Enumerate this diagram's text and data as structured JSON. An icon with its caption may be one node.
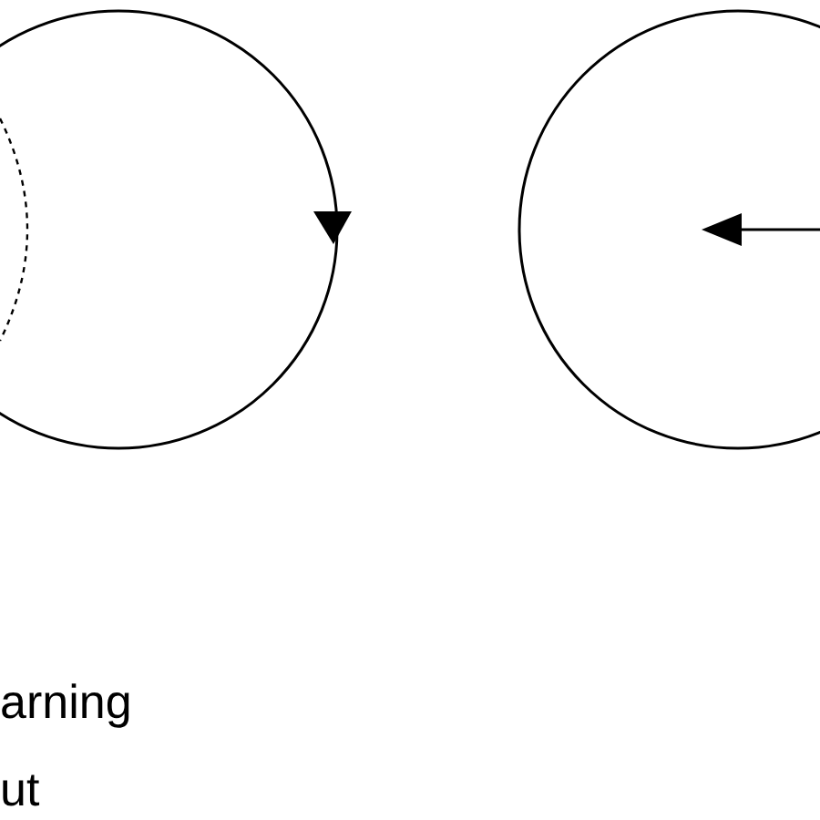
{
  "diagram": {
    "nodes": [
      {
        "text": [],
        "shape": "circle"
      },
      {
        "text": [],
        "shape": "circle"
      }
    ],
    "labels": [
      "arning",
      "ut"
    ]
  }
}
